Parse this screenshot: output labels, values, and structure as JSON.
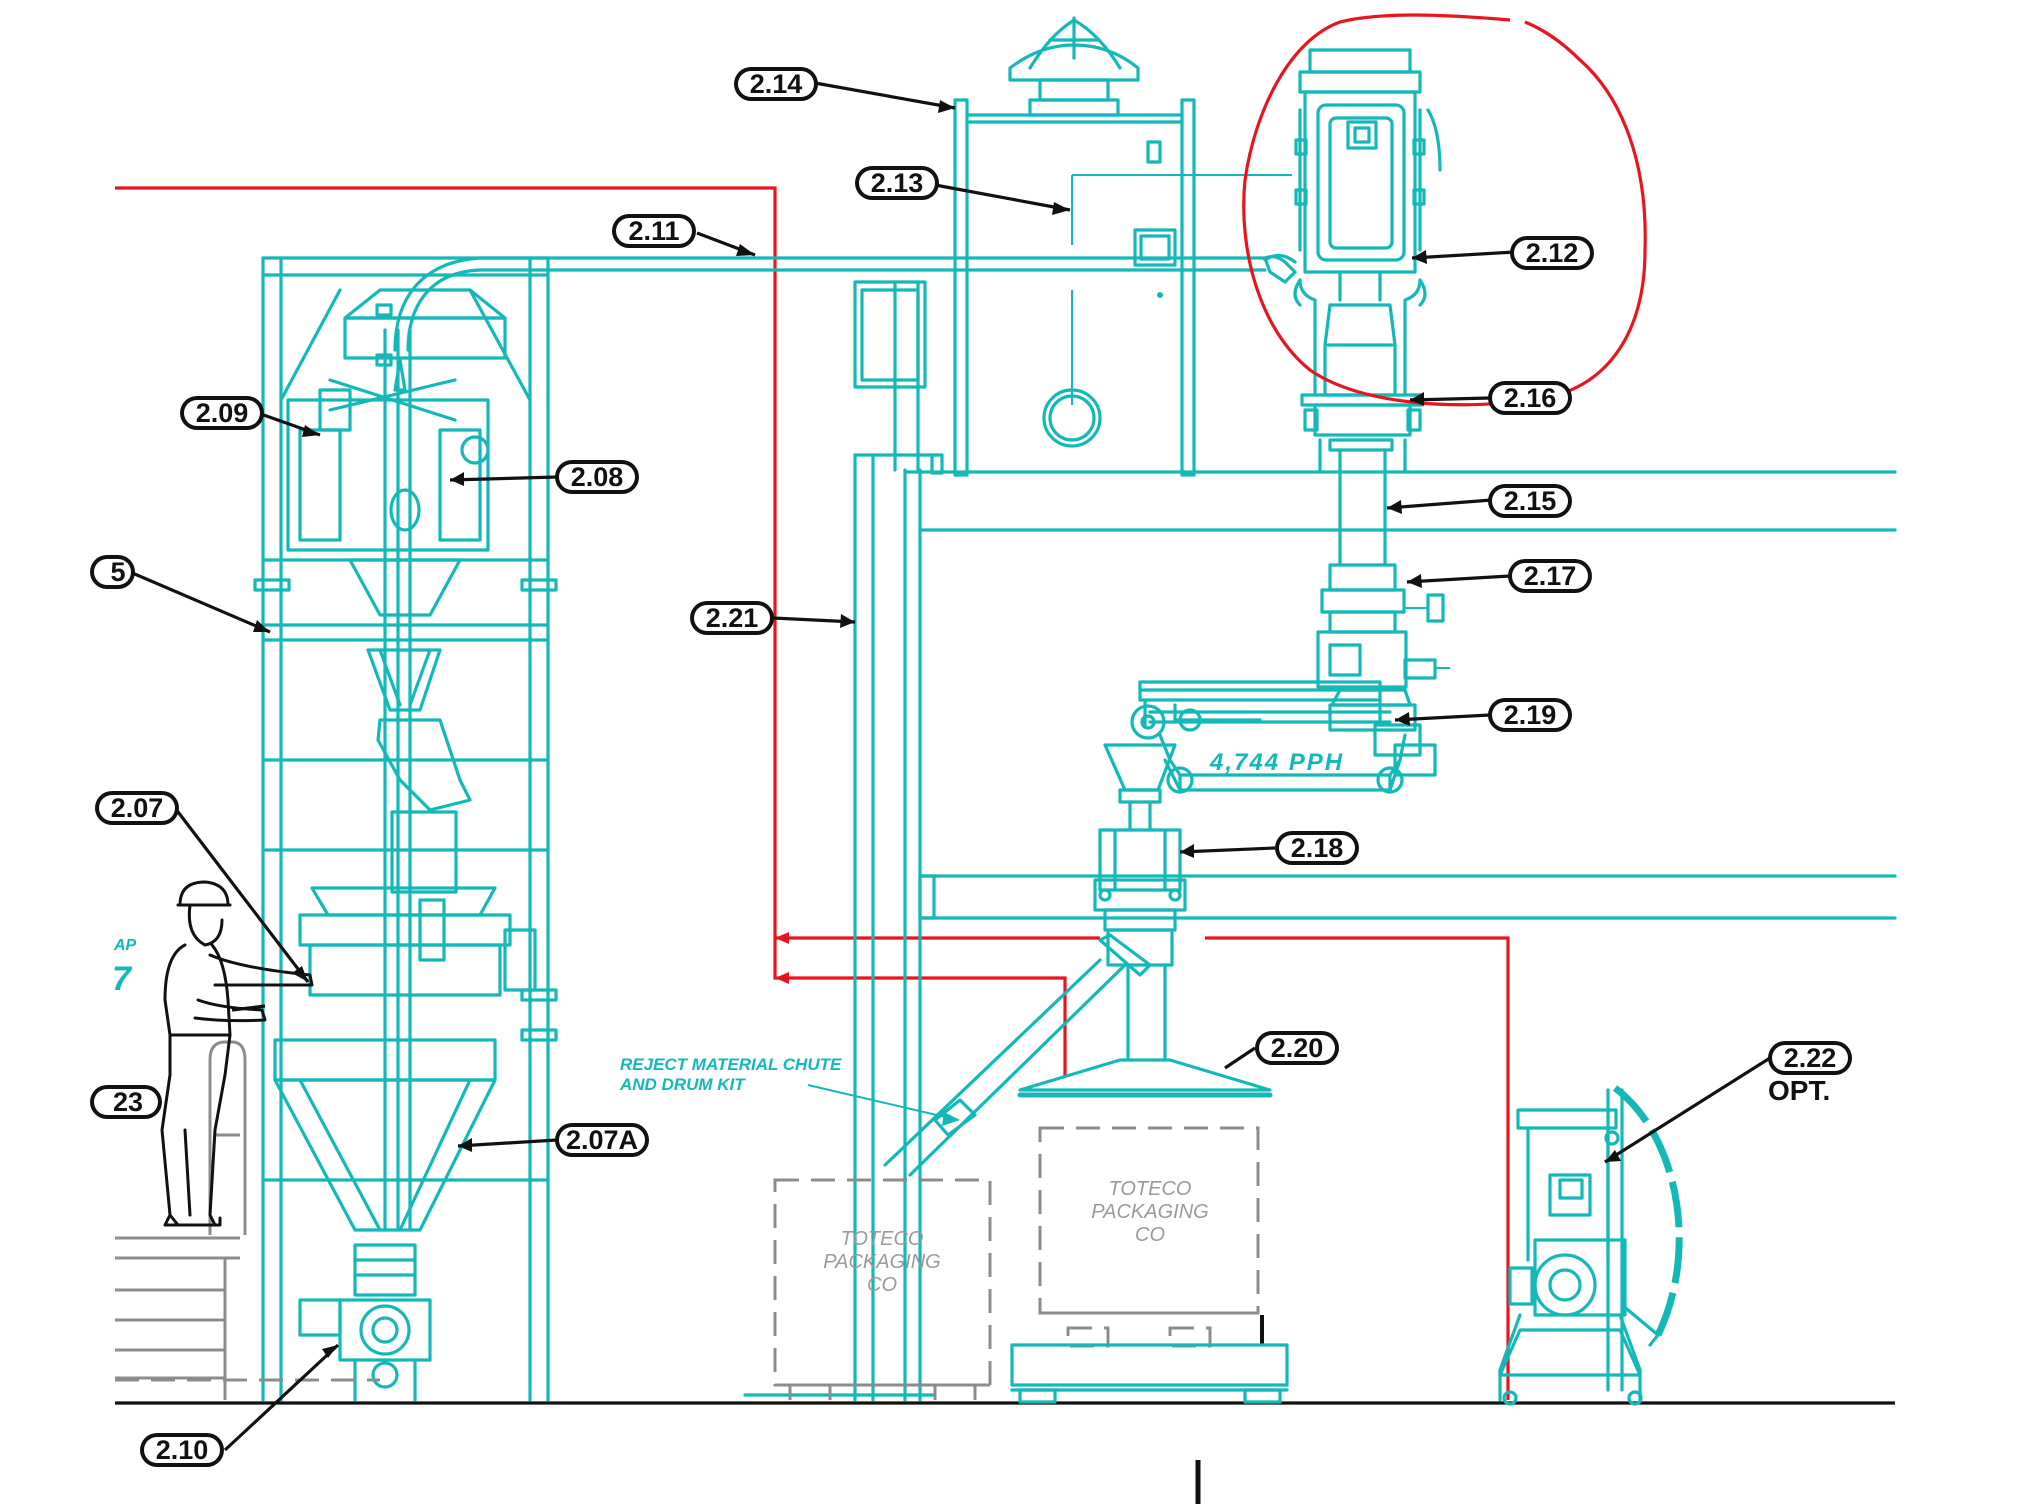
{
  "colors": {
    "equipment": "#14b8b8",
    "flow_line": "#e8141e",
    "leaders": "#111111",
    "bins": "#8c8c8c",
    "background": "#ffffff"
  },
  "tags": {
    "t214": "2.14",
    "t213": "2.13",
    "t211": "2.11",
    "t212": "2.12",
    "t216": "2.16",
    "t215": "2.15",
    "t217": "2.17",
    "t209": "2.09",
    "t208": "2.08",
    "t221": "2.21",
    "t219": "2.19",
    "t218": "2.18",
    "t207": "2.07",
    "t220": "2.20",
    "t222": "2.22",
    "t207a": "2.07A",
    "t210": "2.10",
    "t223": "23",
    "t205": "5"
  },
  "annotations": {
    "reject_line1": "REJECT MATERIAL CHUTE",
    "reject_line2": "AND DRUM KIT",
    "rate": "4,744 PPH",
    "opt": "OPT.",
    "left_frag1": "AP",
    "left_frag2": "7"
  },
  "bins": {
    "left": [
      "TOTECO",
      "PACKAGING",
      "CO"
    ],
    "right": [
      "TOTECO",
      "PACKAGING",
      "CO"
    ]
  }
}
